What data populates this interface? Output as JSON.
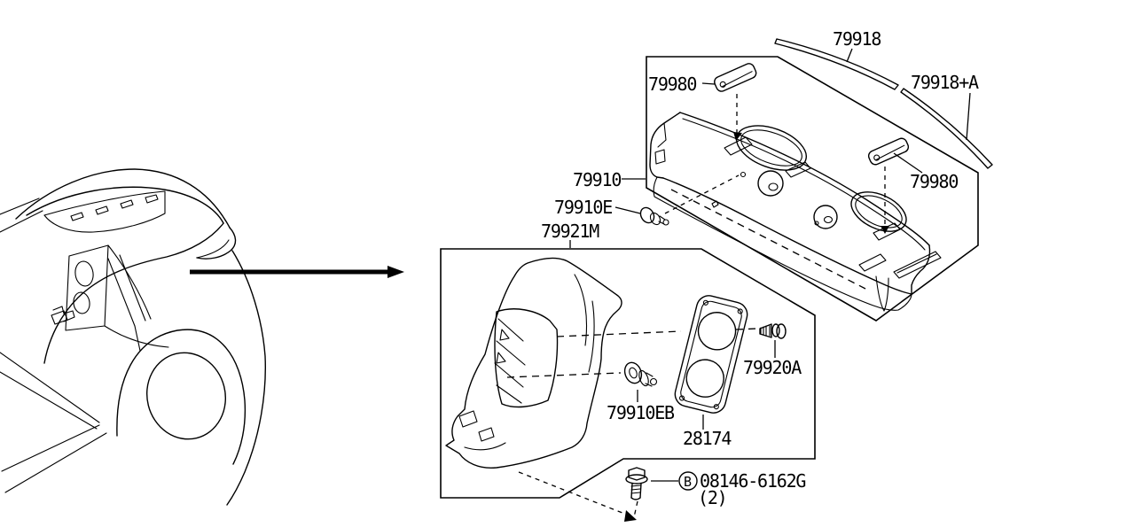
{
  "diagram": {
    "background": "#ffffff",
    "line_color": "#000000",
    "labels": {
      "strip_rear": "79918",
      "strip_rear_a": "79918+A",
      "pad_left": "79980",
      "pad_right": "79980",
      "shelf": "79910",
      "shelf_clip": "79910E",
      "side_finisher": "79921M",
      "grille_screw": "79920A",
      "finisher_clip": "79910EB",
      "speaker_grille": "28174",
      "bolt_prefix": "B",
      "bolt_code": "08146-6162G",
      "bolt_qty": "(2)"
    }
  }
}
